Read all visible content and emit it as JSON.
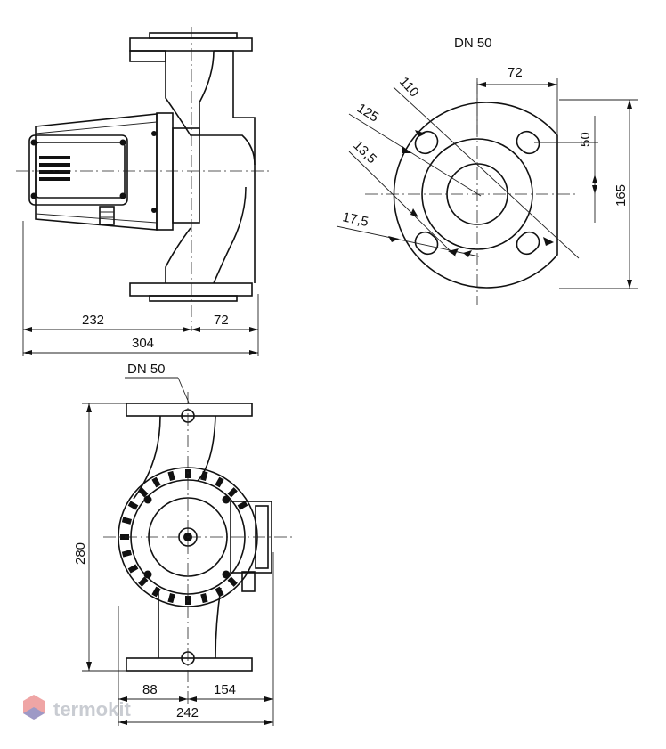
{
  "side_view": {
    "dim_left": "232",
    "dim_right": "72",
    "dim_total": "304"
  },
  "flange_view": {
    "dn": "DN 50",
    "dim_top": "72",
    "dim_110": "110",
    "dim_125": "125",
    "dim_135": "13,5",
    "dim_175": "17,5",
    "dim_50": "50",
    "dim_165": "165"
  },
  "top_view": {
    "dn": "DN 50",
    "dim_height": "280",
    "dim_left": "88",
    "dim_right": "154",
    "dim_total": "242"
  },
  "watermark": {
    "brand": "termokit",
    "colors": [
      "#e25b5b",
      "#5b8fe2",
      "#c9ccd2"
    ]
  }
}
